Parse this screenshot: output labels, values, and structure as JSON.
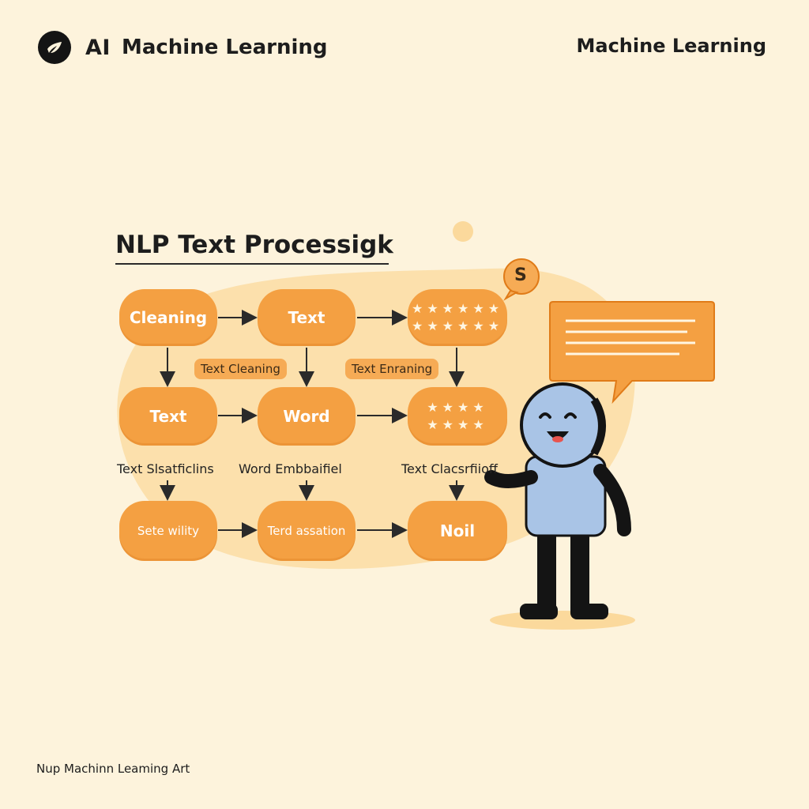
{
  "header": {
    "logo_icon": "leaf-brain-icon",
    "brand_short": "AI",
    "brand_title": "Machine Learning",
    "right_title": "Machine Learning"
  },
  "diagram": {
    "title": "NLP Text Processigk",
    "nodes": [
      {
        "id": "n1",
        "label": "Cleaning"
      },
      {
        "id": "n2",
        "label": "Text"
      },
      {
        "id": "n3",
        "label": "",
        "icon": "rating-stars-icon",
        "stars": "★★★★★★\n★★★★★★"
      },
      {
        "id": "n4",
        "label": "Text"
      },
      {
        "id": "n5",
        "label": "Word"
      },
      {
        "id": "n6",
        "label": "",
        "icon": "rating-stars-icon",
        "stars": "★★★★\n★★★★"
      },
      {
        "id": "n7",
        "label": "Sete wility"
      },
      {
        "id": "n8",
        "label": "Terd assation"
      },
      {
        "id": "n9",
        "label": "Noil"
      }
    ],
    "pills": [
      "Text Cleaning",
      "Text Enraning"
    ],
    "captions": [
      "Text Slsatficlins",
      "Word Embbaifiel",
      "Text Clacsrfiioff"
    ]
  },
  "speech_badge": {
    "icon": "dollar-coin-icon",
    "symbol": "S"
  },
  "colors": {
    "background": "#fdf3dc",
    "node_orange": "#f4a042",
    "blob": "#fbd99c",
    "robot_blue": "#a9c4e6",
    "dark": "#141414"
  },
  "footer": {
    "text": "Nup Machinn Leaming Art"
  }
}
